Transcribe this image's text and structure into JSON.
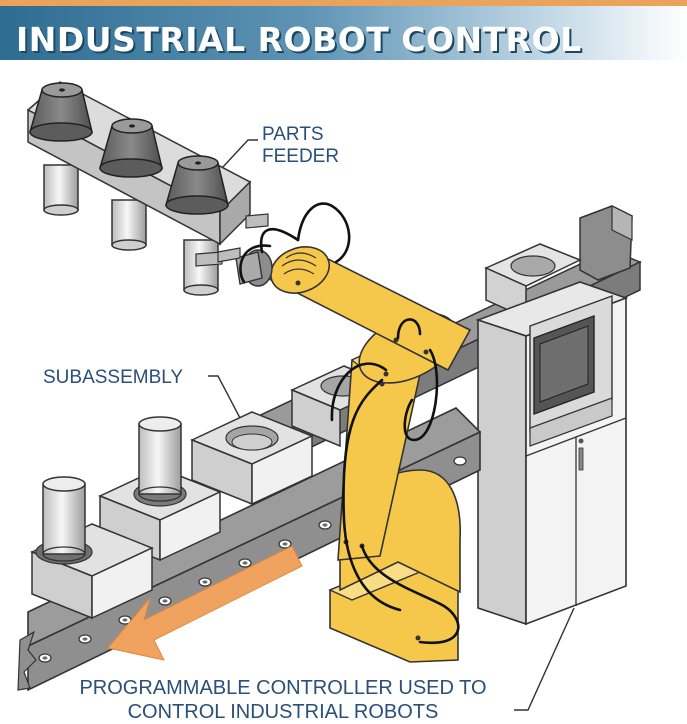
{
  "title": "INDUSTRIAL ROBOT CONTROL",
  "labels": {
    "parts_feeder_line1": "PARTS",
    "parts_feeder_line2": "FEEDER",
    "subassembly": "SUBASSEMBLY",
    "controller_line1": "PROGRAMMABLE CONTROLLER USED TO",
    "controller_line2": "CONTROL INDUSTRIAL ROBOTS"
  },
  "colors": {
    "title_band": "#2e6c91",
    "top_accent": "#e9a35a",
    "robot": "#f5c84c",
    "arrow": "#f0a35f",
    "label_text": "#2a4f78",
    "parts": "#6f6f6f",
    "conveyor": "#8e8e8e"
  }
}
